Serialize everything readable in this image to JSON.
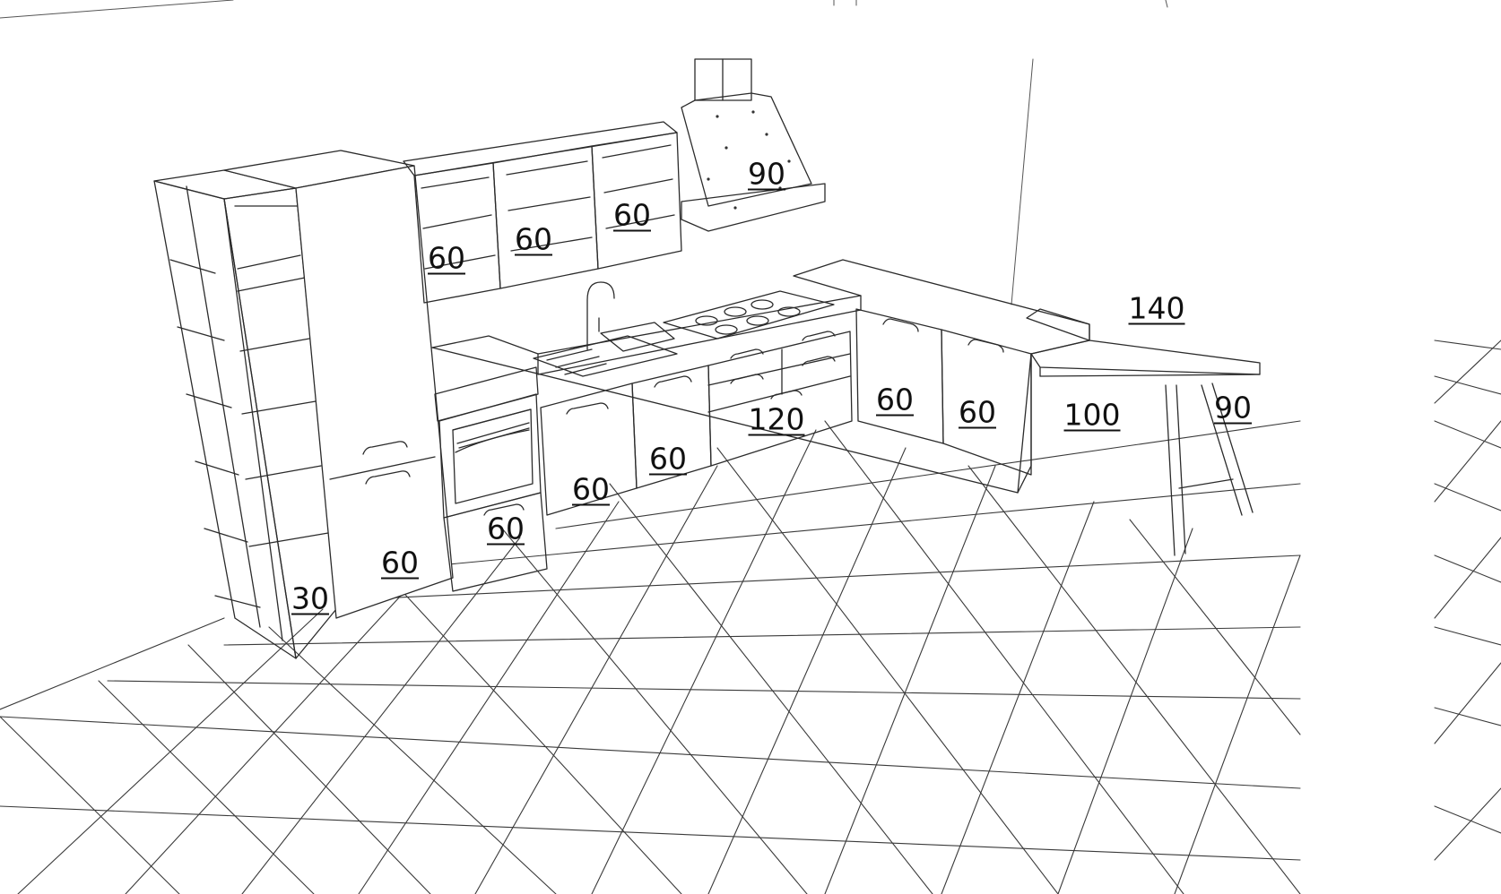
{
  "dimension_labels": {
    "shelf_tall": "30",
    "tall_unit": "60",
    "oven_base": "60",
    "sink_base": "60",
    "dishwasher": "60",
    "drawers_120": "120",
    "wall_1": "60",
    "wall_2": "60",
    "wall_3": "60",
    "hood": "90",
    "corner_1": "60",
    "corner_2": "60",
    "peninsula_100": "100",
    "peninsula_140": "140",
    "leg_90": "90"
  }
}
